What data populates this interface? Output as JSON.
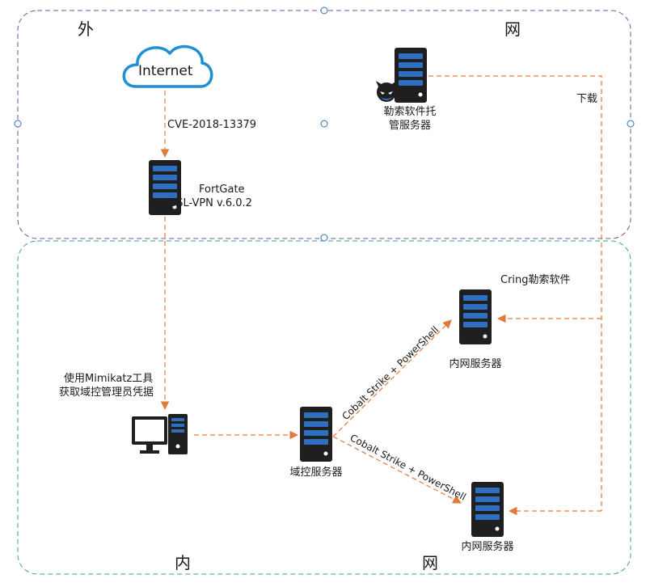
{
  "zones": {
    "external": {
      "left_char": "外",
      "right_char": "网"
    },
    "internal": {
      "left_char": "内",
      "right_char": "网"
    }
  },
  "nodes": {
    "internet": {
      "label": "Internet",
      "icon": "cloud-icon"
    },
    "fortigate": {
      "label_line1": "FortGate",
      "label_line2": "SSL-VPN v.6.0.2",
      "icon": "server-icon"
    },
    "ransomware_host": {
      "label_line1": "勒索软件托",
      "label_line2": "管服务器",
      "icon": "server-icon",
      "badge_icon": "devil-icon"
    },
    "workstation": {
      "label_line1": "使用Mimikatz工具",
      "label_line2": "获取域控管理员凭据",
      "icon": "desktop-computer-icon"
    },
    "domain_controller": {
      "label": "域控服务器",
      "icon": "server-icon"
    },
    "intranet_server_top": {
      "label": "内网服务器",
      "caption": "Cring勒索软件",
      "icon": "server-icon"
    },
    "intranet_server_bottom": {
      "label": "内网服务器",
      "icon": "server-icon"
    }
  },
  "edges": {
    "exploit": "CVE-2018-13379",
    "download": "下载",
    "lateral_top": "Cobalt Strike + PowerShell",
    "lateral_bottom": "Cobalt Strike + PowerShell"
  },
  "colors": {
    "arrow": "#e07a3c",
    "external_border": "#7a4fa0",
    "internal_border": "#3aa57a",
    "server_dark": "#1f1f1f",
    "server_blue": "#2e6fc0",
    "cloud_blue": "#1e90d6"
  }
}
